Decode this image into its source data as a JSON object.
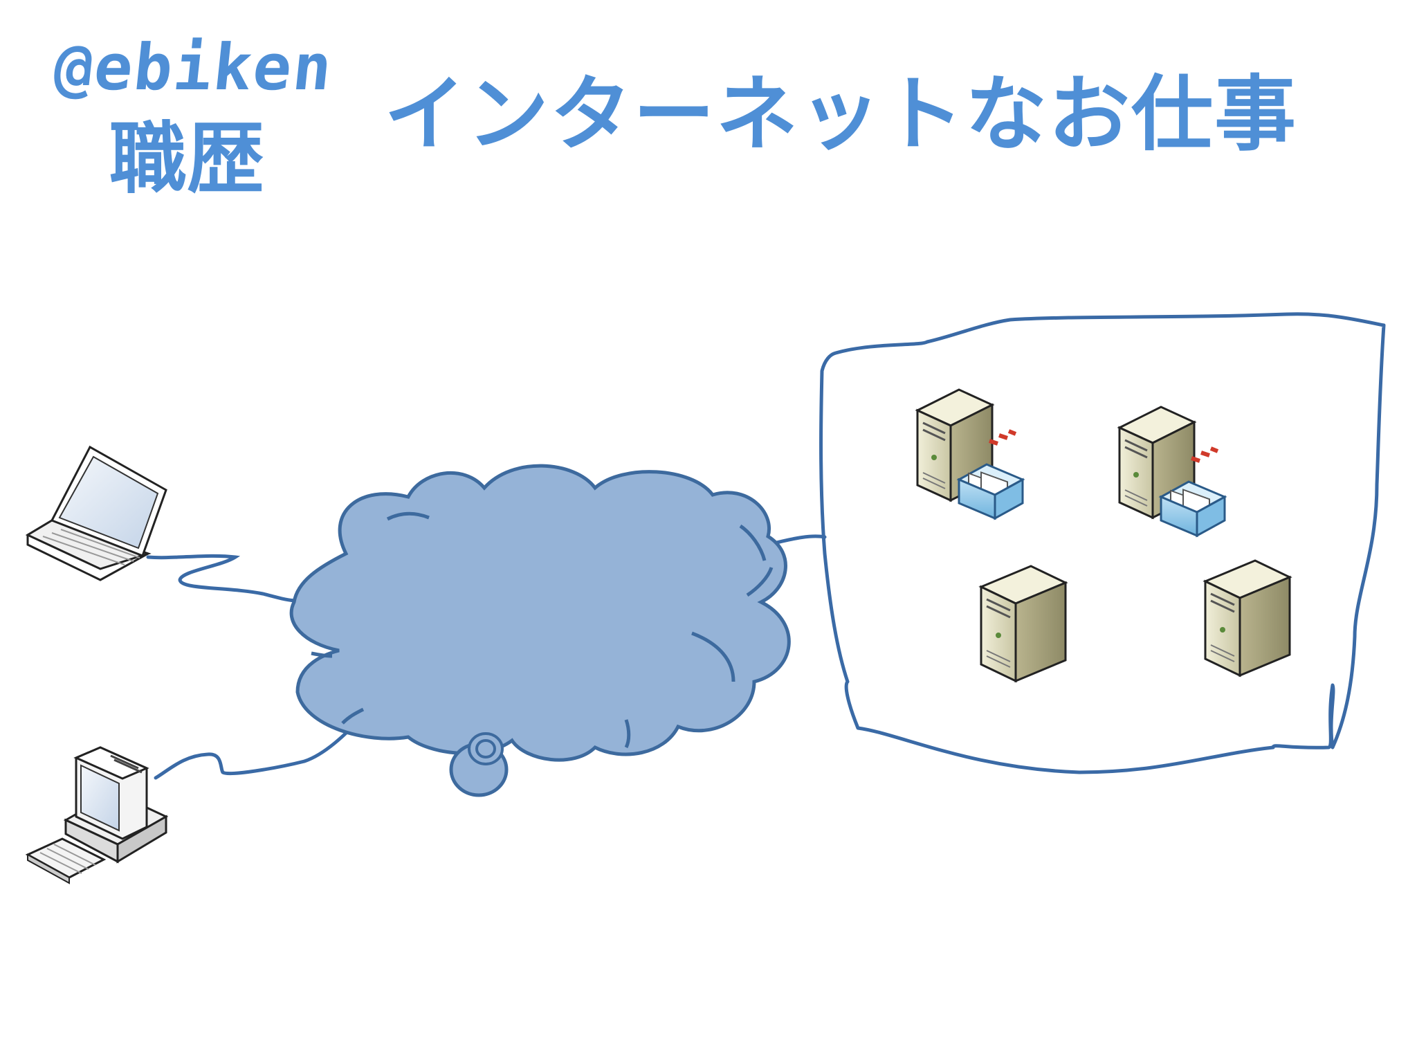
{
  "header": {
    "handle": "@ebiken",
    "subtitle": "職歴",
    "title": "インターネットなお仕事"
  },
  "colors": {
    "text": "#4f8fd6",
    "line": "#3a6aa6",
    "cloud_fill": "#95b3d7",
    "cloud_stroke": "#3d6a9e"
  },
  "icons": [
    "laptop-icon",
    "desktop-computer-icon",
    "internet-cloud-icon",
    "mail-server-icon",
    "server-tower-icon"
  ]
}
